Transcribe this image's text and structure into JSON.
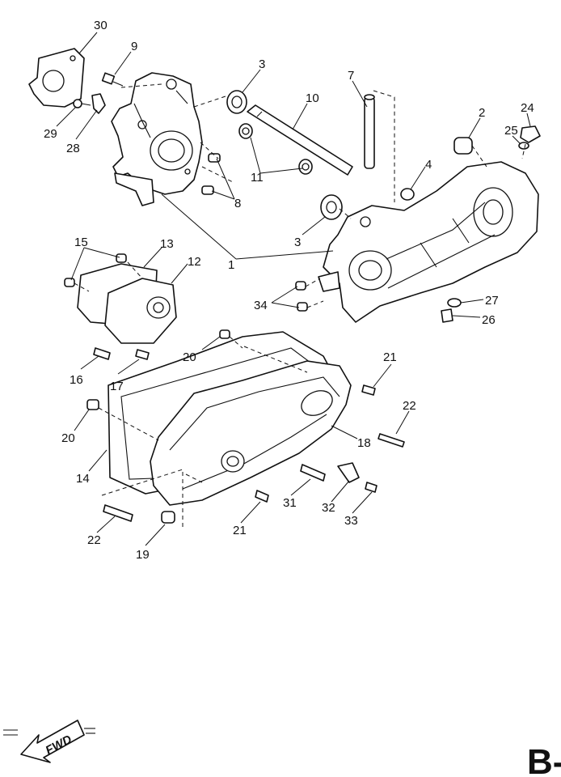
{
  "callouts": [
    {
      "id": "c30",
      "text": "30"
    },
    {
      "id": "c9",
      "text": "9"
    },
    {
      "id": "c29",
      "text": "29"
    },
    {
      "id": "c28",
      "text": "28"
    },
    {
      "id": "c3a",
      "text": "3"
    },
    {
      "id": "c10",
      "text": "10"
    },
    {
      "id": "c7",
      "text": "7"
    },
    {
      "id": "c2",
      "text": "2"
    },
    {
      "id": "c24",
      "text": "24"
    },
    {
      "id": "c25",
      "text": "25"
    },
    {
      "id": "c11",
      "text": "11"
    },
    {
      "id": "c4",
      "text": "4"
    },
    {
      "id": "c8",
      "text": "8"
    },
    {
      "id": "c3b",
      "text": "3"
    },
    {
      "id": "c1",
      "text": "1"
    },
    {
      "id": "c15",
      "text": "15"
    },
    {
      "id": "c13",
      "text": "13"
    },
    {
      "id": "c12",
      "text": "12"
    },
    {
      "id": "c34",
      "text": "34"
    },
    {
      "id": "c27",
      "text": "27"
    },
    {
      "id": "c26",
      "text": "26"
    },
    {
      "id": "c20a",
      "text": "20"
    },
    {
      "id": "c16",
      "text": "16"
    },
    {
      "id": "c17",
      "text": "17"
    },
    {
      "id": "c21a",
      "text": "21"
    },
    {
      "id": "c22a",
      "text": "22"
    },
    {
      "id": "c20b",
      "text": "20"
    },
    {
      "id": "c18",
      "text": "18"
    },
    {
      "id": "c14",
      "text": "14"
    },
    {
      "id": "c31",
      "text": "31"
    },
    {
      "id": "c32",
      "text": "32"
    },
    {
      "id": "c33",
      "text": "33"
    },
    {
      "id": "c22b",
      "text": "22"
    },
    {
      "id": "c21b",
      "text": "21"
    },
    {
      "id": "c19",
      "text": "19"
    }
  ],
  "fwd_label": "FWD",
  "sheet_code": "B-"
}
